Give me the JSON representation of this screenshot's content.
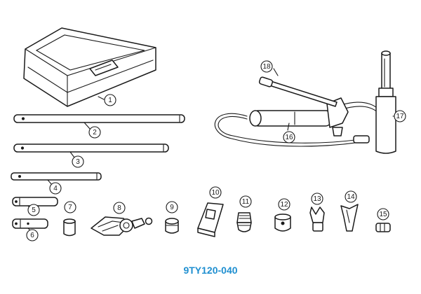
{
  "diagram": {
    "part_code": "9TY120-040",
    "accent_color": "#1f8fd0",
    "callouts": [
      "1",
      "2",
      "3",
      "4",
      "5",
      "6",
      "7",
      "8",
      "9",
      "10",
      "11",
      "12",
      "13",
      "14",
      "15",
      "16",
      "17",
      "18"
    ]
  }
}
